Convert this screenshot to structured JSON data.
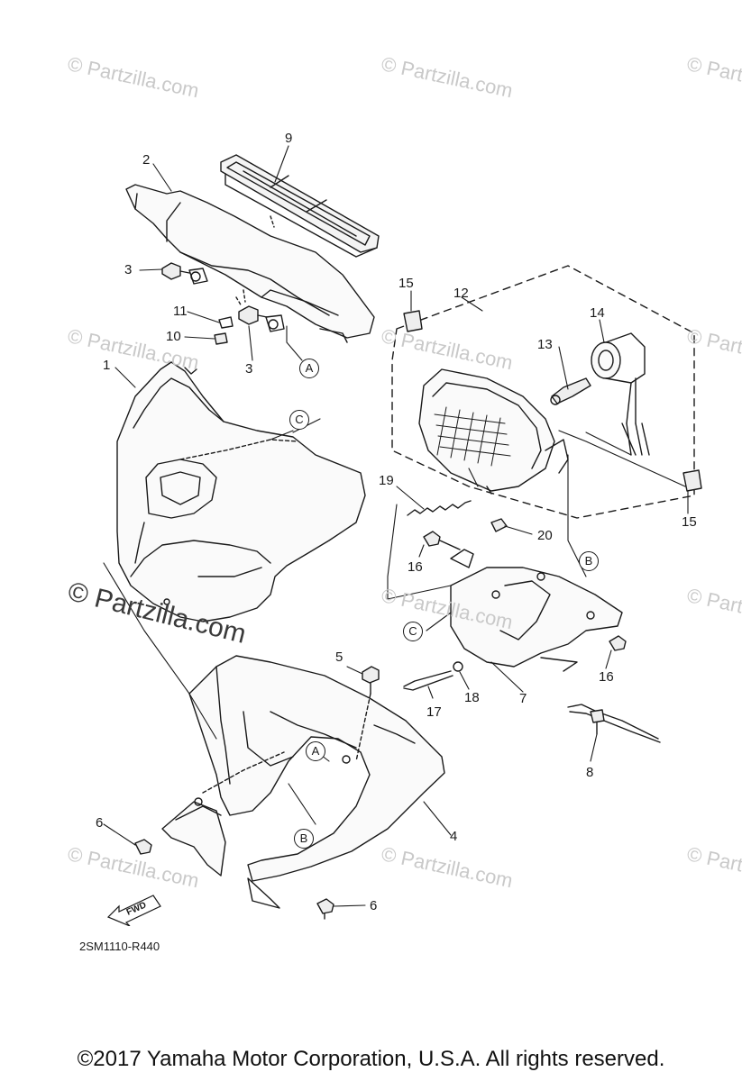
{
  "watermark_text": "© Partzilla.com",
  "diagram_code": "2SM1110-R440",
  "copyright": "©2017  Yamaha Motor Corporation, U.S.A. All rights reserved.",
  "fwd_label": "FWD",
  "part_numbers": {
    "p1": "1",
    "p2": "2",
    "p3a": "3",
    "p3b": "3",
    "p4": "4",
    "p5": "5",
    "p6a": "6",
    "p6b": "6",
    "p7": "7",
    "p8": "8",
    "p9": "9",
    "p10": "10",
    "p11": "11",
    "p12": "12",
    "p13": "13",
    "p14": "14",
    "p15a": "15",
    "p15b": "15",
    "p16a": "16",
    "p16b": "16",
    "p17": "17",
    "p18": "18",
    "p19": "19",
    "p20": "20"
  },
  "reference_markers": {
    "a1": "A",
    "a2": "A",
    "b1": "B",
    "b2": "B",
    "c1": "C",
    "c2": "C"
  },
  "colors": {
    "line": "#1a1a1a",
    "watermark": "#c9c9c9",
    "background": "#ffffff"
  }
}
